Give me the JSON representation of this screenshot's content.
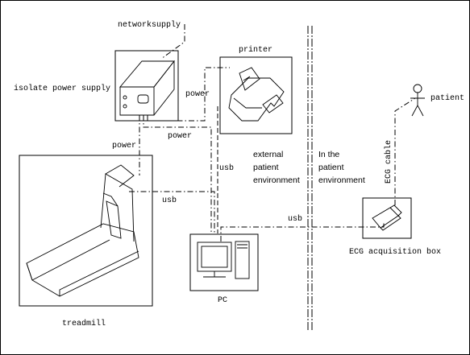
{
  "labels": {
    "network_supply": "networksupply",
    "isolate_power_supply": "isolate power supply",
    "printer": "printer",
    "power_1": "power",
    "power_2": "power",
    "power_3": "power",
    "usb_1": "usb",
    "usb_2": "usb",
    "usb_3": "usb",
    "treadmill": "treadmill",
    "pc": "PC",
    "ecg_acquisition_box": "ECG acquisition box",
    "ecg_cable": "ECG cable",
    "patient": "patient",
    "external_env": [
      "external",
      "patient",
      "environment"
    ],
    "in_env": [
      "In the",
      "patient",
      "environment"
    ]
  }
}
